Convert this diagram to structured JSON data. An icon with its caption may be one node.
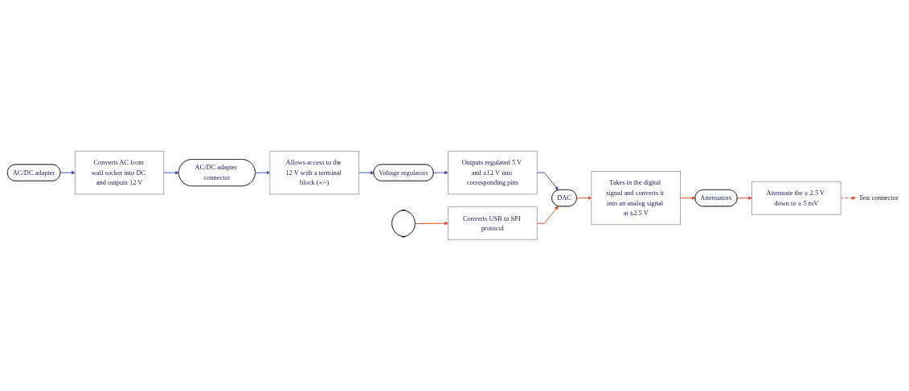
{
  "diagram": {
    "nodes": [
      {
        "text": [
          "AC/DC adapter"
        ]
      },
      {
        "text": [
          "Converts AC from wall socket into DC and outputs 12 V"
        ]
      },
      {
        "text": [
          "AC/DC adapter connector"
        ]
      },
      {
        "text": [
          "Allows access to the 12 V with a terminal block (+/-)"
        ]
      },
      {
        "text": [
          "Voltage regulators"
        ]
      },
      {
        "text": [
          "Outputs regulated 5 V and ±12 V into corresponding pins"
        ]
      },
      {
        "text": [],
        "shape": "ellipse"
      },
      {
        "text": [
          "Converts USB to SPI protocol"
        ]
      },
      {
        "text": [
          "DAC"
        ]
      },
      {
        "text": [
          "Takes in the digital signal and converts it into an analog signal at ±2.5 V"
        ]
      },
      {
        "text": [
          "Attenuators"
        ]
      },
      {
        "text": [
          "Attenuate the ± 2.5 V down to ± 5 mV"
        ]
      },
      {
        "text": [
          "Test connector"
        ]
      }
    ],
    "edges": [
      {
        "from": 0,
        "to": 1,
        "arrow": "to",
        "color": "#3f48a8"
      },
      {
        "from": 1,
        "to": 2,
        "arrow": "to",
        "color": "#3f48a8"
      },
      {
        "from": 2,
        "to": 3,
        "arrow": "to",
        "color": "#3f48a8"
      },
      {
        "from": 3,
        "to": 4,
        "arrow": "to",
        "color": "#3f48a8"
      },
      {
        "from": 4,
        "to": 5,
        "arrow": "to",
        "color": "#3f48a8"
      },
      {
        "from": 5,
        "to": 8,
        "arrow": "to",
        "color": "#3f48a8"
      },
      {
        "from": 6,
        "to": 7,
        "arrow": "to",
        "color": "#e8401c"
      },
      {
        "from": 7,
        "to": 8,
        "arrow": "to",
        "color": "#e8401c"
      },
      {
        "from": 8,
        "to": 9,
        "arrow": "to",
        "color": "#e8401c"
      },
      {
        "from": 9,
        "to": 10,
        "arrow": "to",
        "color": "#e8401c"
      },
      {
        "from": 10,
        "to": 11,
        "arrow": "to",
        "color": "#e8401c"
      },
      {
        "from": 11,
        "to": 12,
        "arrow": "to",
        "style": "dashed",
        "color": "#e8401c"
      }
    ]
  }
}
